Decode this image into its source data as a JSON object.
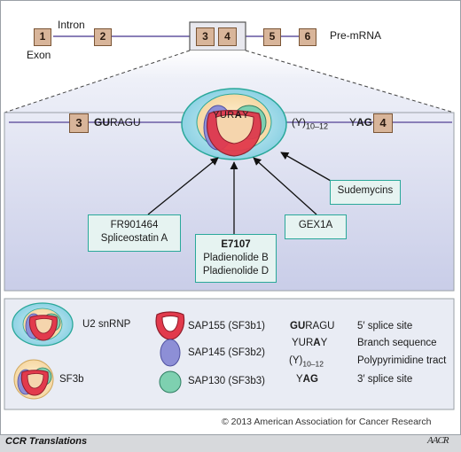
{
  "top": {
    "exons": [
      "1",
      "2",
      "3",
      "4",
      "5",
      "6"
    ],
    "intron_label": "Intron",
    "exon_label": "Exon",
    "premrna_label": "Pre-mRNA"
  },
  "detail": {
    "left_exon": "3",
    "right_exon": "4",
    "five_prime_bold": "GU",
    "five_prime_rest": "RAGU",
    "branch_pre": "YUR",
    "branch_bold": "A",
    "branch_post": "Y",
    "polyY": "(Y)",
    "polyY_sub": "10–12",
    "three_prime_plain": "Y",
    "three_prime_bold": "AG"
  },
  "compounds": {
    "fr": [
      "FR901464",
      "Spliceostatin A"
    ],
    "e7107": [
      "E7107",
      "Pladienolide B",
      "Pladienolide D"
    ],
    "gex": "GEX1A",
    "sudemycins": "Sudemycins"
  },
  "legend": {
    "u2": "U2 snRNP",
    "sf3b": "SF3b",
    "sap155": "SAP155 (SF3b1)",
    "sap145": "SAP145 (SF3b2)",
    "sap130": "SAP130 (SF3b3)",
    "five_seq_bold": "GU",
    "five_seq_rest": "RAGU",
    "five_desc": "5′ splice site",
    "branch_seq_pre": "YUR",
    "branch_seq_bold": "A",
    "branch_seq_post": "Y",
    "branch_desc": "Branch sequence",
    "poly_seq": "(Y)",
    "poly_sub": "10–12",
    "poly_desc": "Polypyrimidine tract",
    "three_seq_plain": "Y",
    "three_seq_bold": "AG",
    "three_desc": "3′ splice site"
  },
  "copyright": "© 2013 American Association for Cancer Research",
  "footer_left": "CCR Translations",
  "footer_logo": "AACR",
  "colors": {
    "exon_fill": "#d8b59a",
    "exon_border": "#7a5535",
    "intron_line": "#8a7fb8",
    "teal": "#2aa89a",
    "sap155": "#d03a4a",
    "sap145": "#7b7cc6",
    "sap130": "#5fb89a",
    "u2_fill": "#8fd3e6"
  }
}
